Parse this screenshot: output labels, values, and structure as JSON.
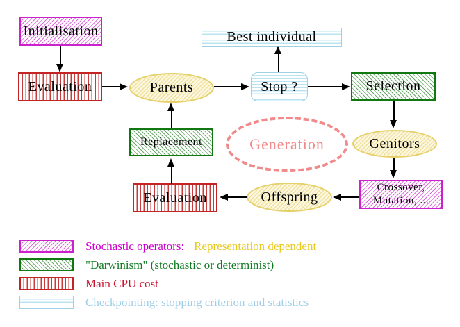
{
  "nodes": {
    "initialisation": "Initialisation",
    "evaluation_top": "Evaluation",
    "parents": "Parents",
    "best_individual": "Best individual",
    "stop": "Stop ?",
    "selection": "Selection",
    "genitors": "Genitors",
    "crossover_line1": "Crossover,",
    "crossover_line2": "Mutation, ...",
    "offspring": "Offspring",
    "evaluation_bottom": "Evaluation",
    "replacement": "Replacement",
    "generation": "Generation"
  },
  "legend": {
    "stochastic": {
      "label": "Stochastic operators:",
      "suffix": "Representation dependent"
    },
    "darwinism": {
      "label": "\"Darwinism\" (stochastic or determinist)"
    },
    "cpu": {
      "label": "Main CPU cost"
    },
    "checkpointing": {
      "label": "Checkpointing: stopping criterion and statistics"
    }
  },
  "colors": {
    "magenta": "#cc22cc",
    "green": "#117711",
    "red": "#c42424",
    "cyan": "#9fd0e4",
    "yellow": "#e6d069",
    "salmon": "#f18a8a",
    "gold_text": "#e9c91f",
    "magenta_text": "#cc00cc",
    "green_text": "#0f7a22",
    "red_text": "#cc1430",
    "blue_text": "#9fcfe9"
  }
}
